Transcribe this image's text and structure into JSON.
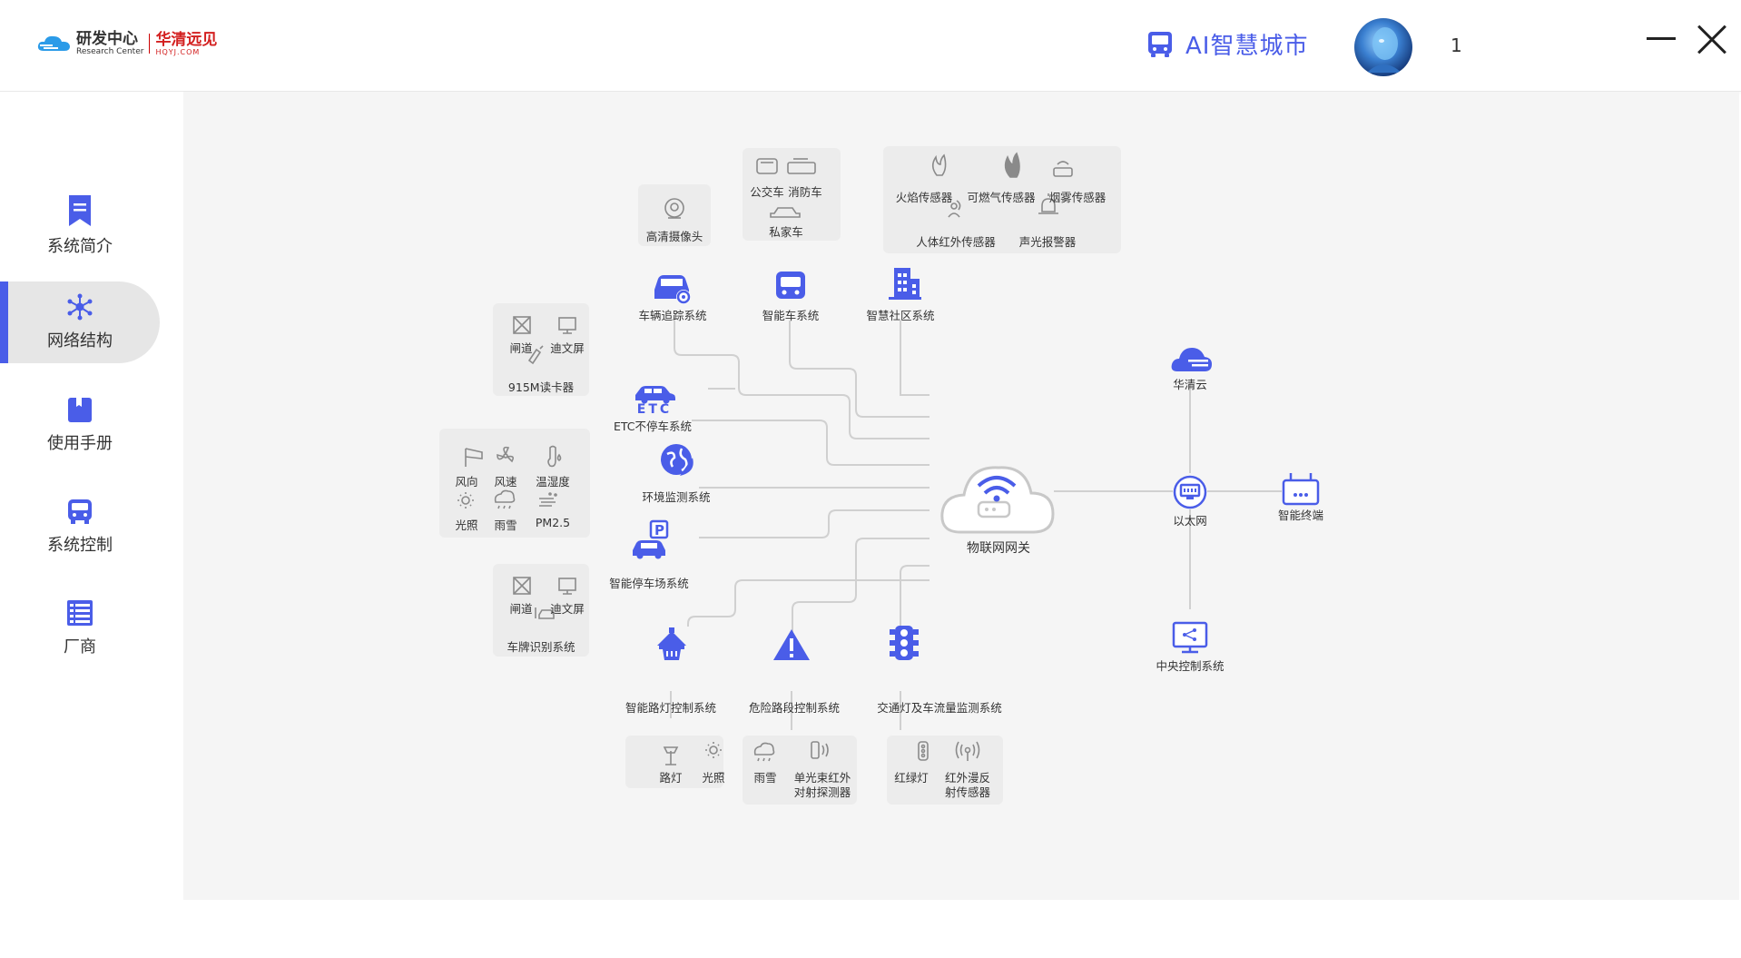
{
  "header": {
    "logo_text": "研发中心",
    "logo_subtext": "Research Center",
    "partner_text": "华清远见",
    "partner_subtext": "HQYJ.COM",
    "app_title": "AI智慧城市",
    "user_name": "1"
  },
  "sidebar": {
    "items": [
      {
        "label": "系统简介",
        "icon": "bookmark-icon"
      },
      {
        "label": "网络结构",
        "icon": "network-icon",
        "active": true
      },
      {
        "label": "使用手册",
        "icon": "book-icon"
      },
      {
        "label": "系统控制",
        "icon": "bus-icon"
      },
      {
        "label": "厂商",
        "icon": "list-icon"
      }
    ]
  },
  "diagram": {
    "accent_color": "#4a5de8",
    "gateway": "物联网网关",
    "hub": {
      "cloud": "华清云",
      "ethernet": "以太网",
      "terminal": "智能终端",
      "control": "中央控制系统"
    },
    "systems": {
      "vehicle_tracking": "车辆追踪系统",
      "smart_bus": "智能车系统",
      "smart_community": "智慧社区系统",
      "etc_logo": "ETC",
      "etc": "ETC不停车系统",
      "environment": "环境监测系统",
      "parking": "智能停车场系统",
      "streetlight": "智能路灯控制系统",
      "danger_road": "危险路段控制系统",
      "traffic_light": "交通灯及车流量监测系统"
    },
    "devices": {
      "hd_camera": "高清摄像头",
      "bus": "公交车",
      "fire_truck": "消防车",
      "private_car": "私家车",
      "flame_sensor": "火焰传感器",
      "gas_sensor": "可燃气传感器",
      "smoke_sensor": "烟雾传感器",
      "pir_sensor": "人体红外传感器",
      "alarm": "声光报警器",
      "gate1": "闸道",
      "led_screen1": "迪文屏",
      "card_reader": "915M读卡器",
      "wind_direction": "风向",
      "wind_speed": "风速",
      "temp_humidity": "温湿度",
      "light1": "光照",
      "rain_snow1": "雨雪",
      "pm25": "PM2.5",
      "gate2": "闸道",
      "led_screen2": "迪文屏",
      "plate_recognition": "车牌识别系统",
      "street_lamp": "路灯",
      "light2": "光照",
      "rain_snow2": "雨雪",
      "ir_detector_l1": "单光束红外",
      "ir_detector_l2": "对射探测器",
      "traffic_lamp": "红绿灯",
      "ir_reflect_l1": "红外漫反",
      "ir_reflect_l2": "射传感器"
    }
  }
}
